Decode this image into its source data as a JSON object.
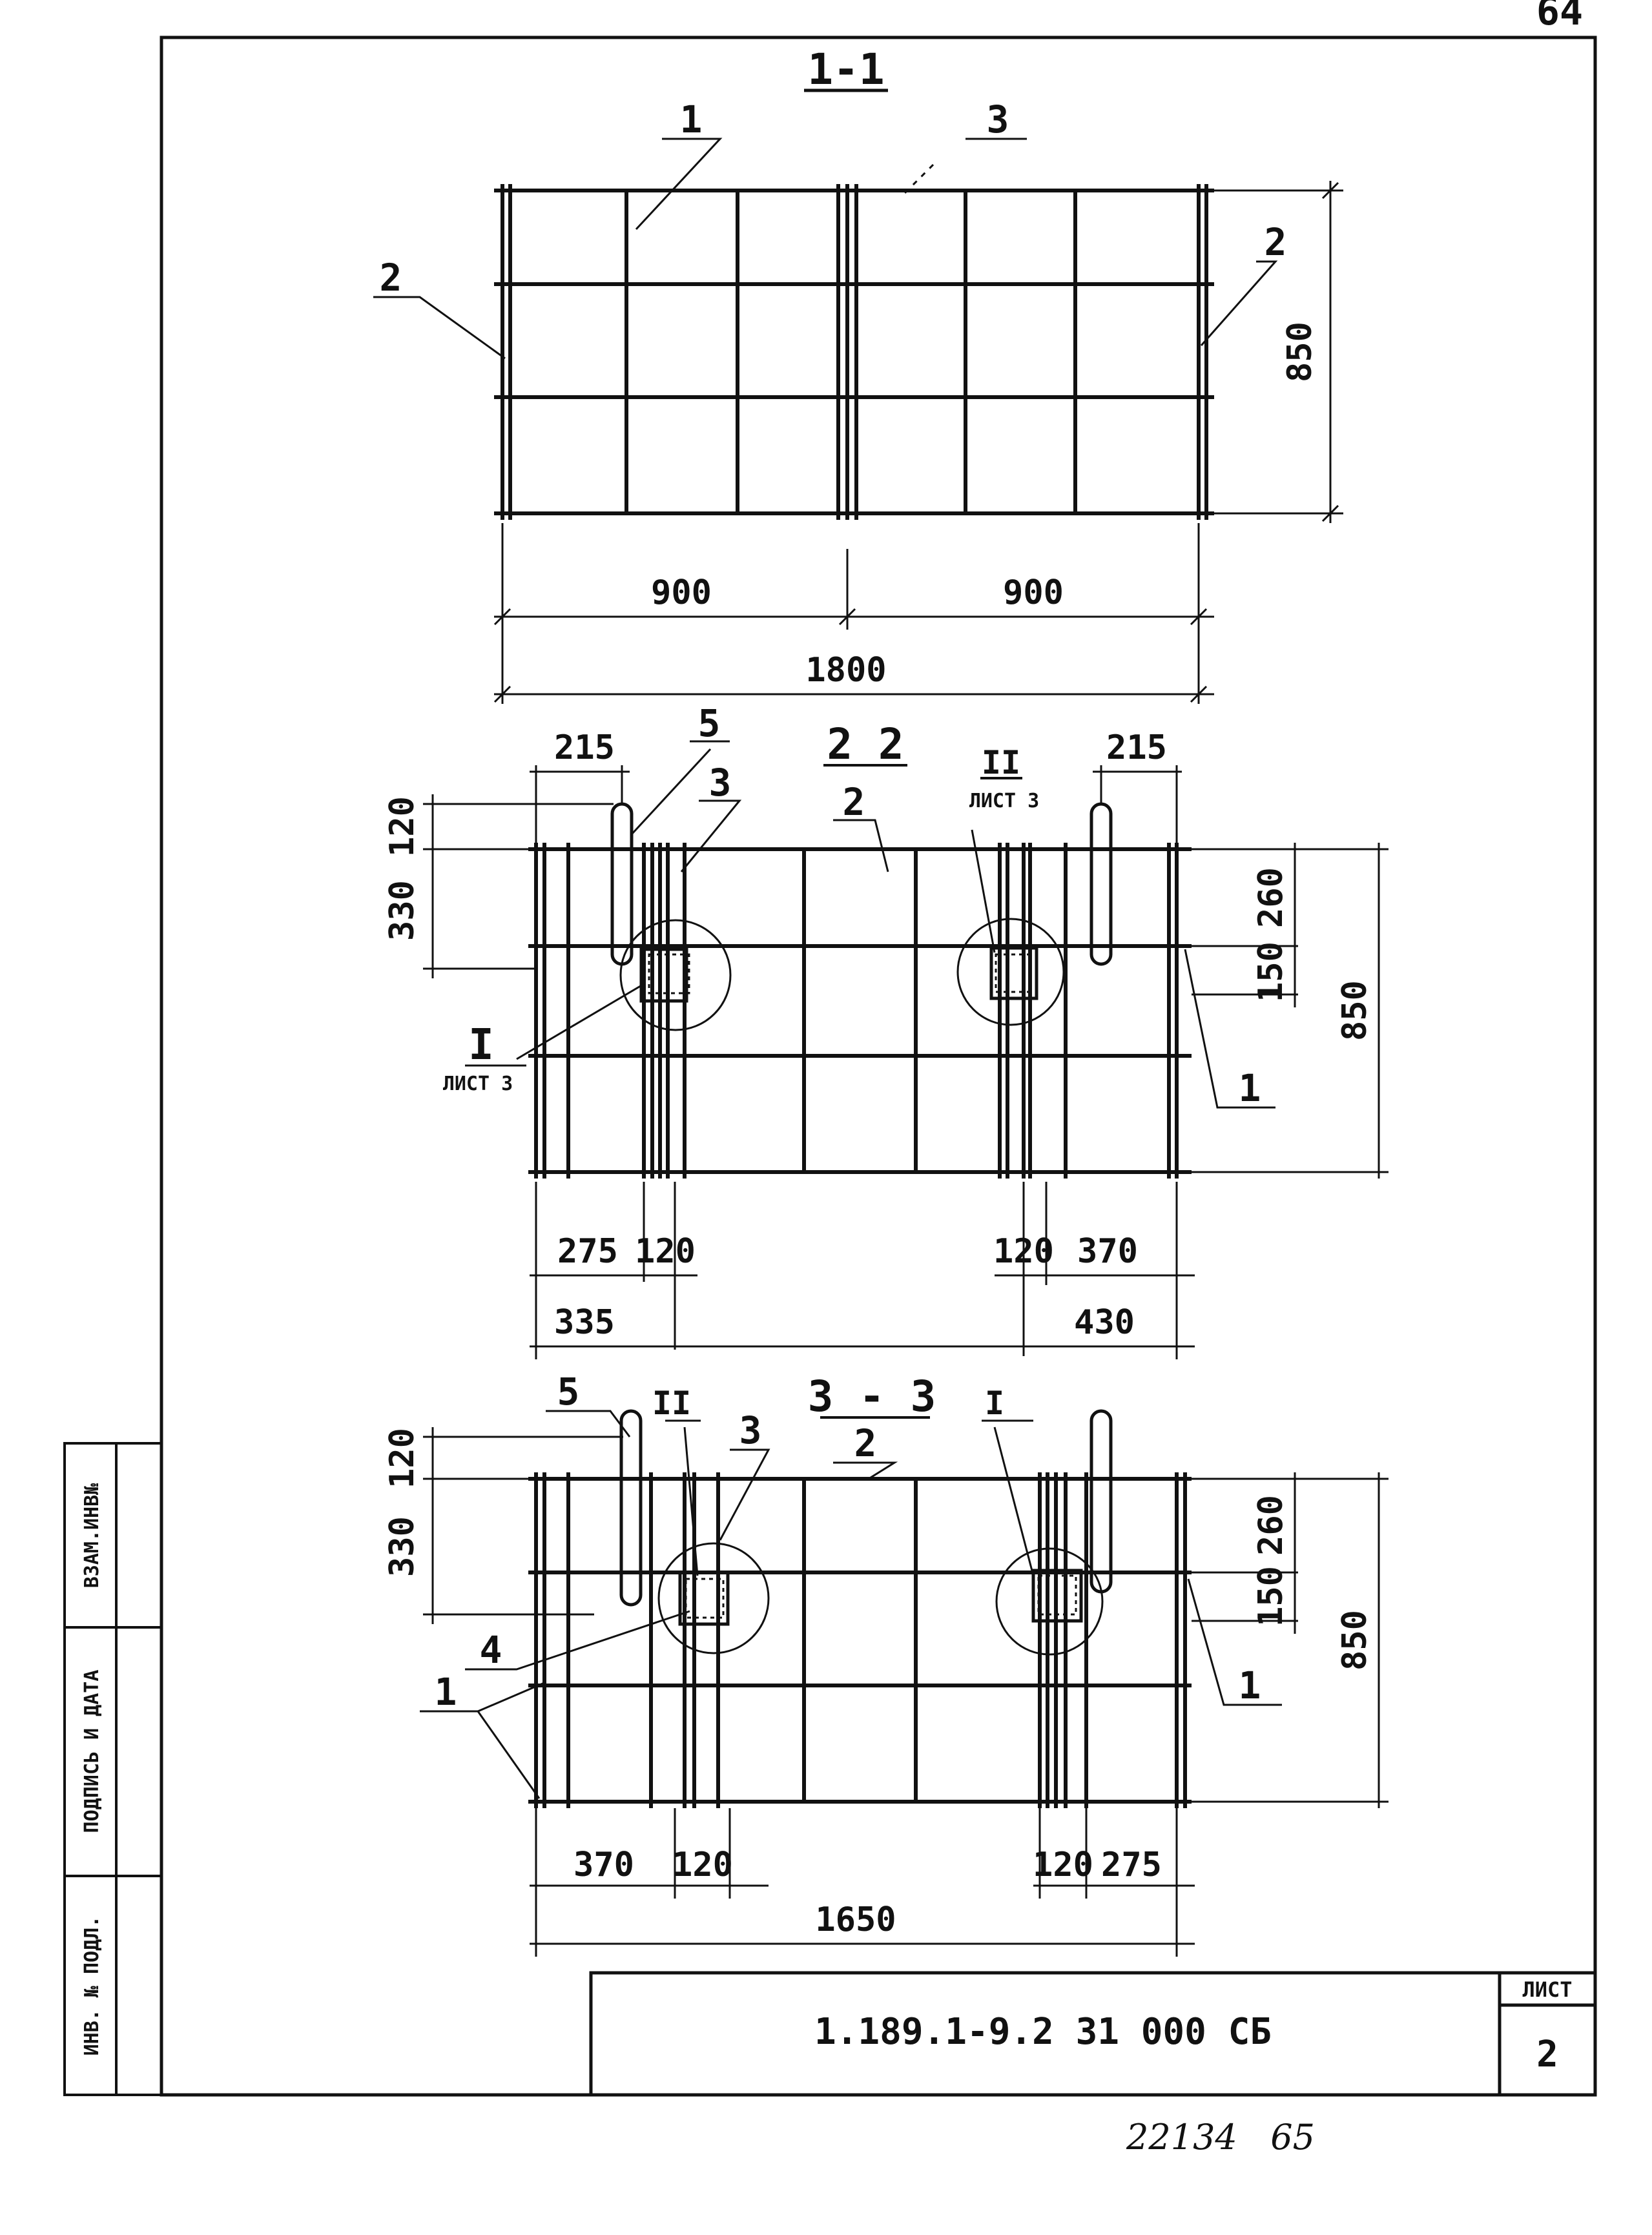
{
  "page_number": "64",
  "sections": {
    "s11": {
      "caption": "1-1",
      "leaders": [
        "1",
        "3",
        "2",
        "2"
      ],
      "dims": {
        "height": "850",
        "left_half": "900",
        "right_half": "900",
        "total": "1800"
      }
    },
    "s22": {
      "caption": "2  2",
      "leaders": [
        "5",
        "3",
        "2",
        "1"
      ],
      "detail_left": {
        "mark": "I",
        "sheet": "ЛИСТ 3"
      },
      "detail_right": {
        "mark": "II",
        "sheet": "ЛИСТ 3"
      },
      "dims": {
        "top_left": "215",
        "top_right": "215",
        "v120": "120",
        "v330": "330",
        "r260": "260",
        "r150": "150",
        "height": "850",
        "b275": "275",
        "b120a": "120",
        "b120b": "120",
        "b370": "370",
        "b335": "335",
        "b430": "430"
      }
    },
    "s33": {
      "caption": "3 - 3",
      "leaders": [
        "5",
        "3",
        "2",
        "4",
        "1",
        "1"
      ],
      "detail_left_mark": "II",
      "detail_right_mark": "I",
      "dims": {
        "v120": "120",
        "v330": "330",
        "r260": "260",
        "r150": "150",
        "height": "850",
        "b370": "370",
        "b120a": "120",
        "b120b": "120",
        "b275": "275",
        "total": "1650"
      }
    }
  },
  "side_stamp": [
    "ИНВ. № ПОДЛ.",
    "ПОДПИСЬ И ДАТА",
    "ВЗАМ.ИНВ№"
  ],
  "title_block": {
    "code": "1.189.1-9.2 31 000 СБ",
    "sheet_label": "ЛИСТ",
    "sheet_number": "2"
  },
  "footer_handwritten": "22134   65"
}
